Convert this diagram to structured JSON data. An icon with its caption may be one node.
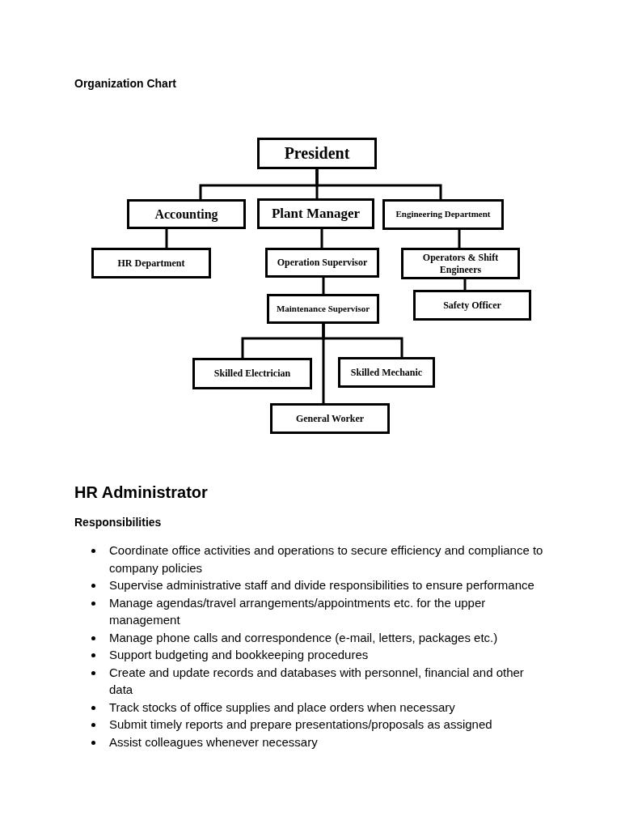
{
  "diagram": {
    "title": "Organization Chart",
    "nodes": [
      {
        "text": [
          "President"
        ]
      },
      {
        "text": [
          "Accounting"
        ]
      },
      {
        "text": [
          "Plant Manager"
        ]
      },
      {
        "text": [
          "Engineering Department"
        ]
      },
      {
        "text": [
          "HR Department"
        ]
      },
      {
        "text": [
          "Operation Supervisor"
        ]
      },
      {
        "text": [
          "Operators & Shift Engineers"
        ]
      },
      {
        "text": [
          "Safety Officer"
        ]
      },
      {
        "text": [
          "Maintenance Supervisor"
        ]
      },
      {
        "text": [
          "Skilled Electrician"
        ]
      },
      {
        "text": [
          "Skilled Mechanic"
        ]
      },
      {
        "text": [
          "General Worker"
        ]
      }
    ],
    "edges": [
      {
        "from": 0,
        "to": 1,
        "arrow": "none"
      },
      {
        "from": 0,
        "to": 2,
        "arrow": "none"
      },
      {
        "from": 0,
        "to": 3,
        "arrow": "none"
      },
      {
        "from": 1,
        "to": 4,
        "arrow": "none"
      },
      {
        "from": 2,
        "to": 5,
        "arrow": "none"
      },
      {
        "from": 3,
        "to": 6,
        "arrow": "none"
      },
      {
        "from": 6,
        "to": 7,
        "arrow": "none"
      },
      {
        "from": 5,
        "to": 8,
        "arrow": "none"
      },
      {
        "from": 8,
        "to": 9,
        "arrow": "none"
      },
      {
        "from": 8,
        "to": 10,
        "arrow": "none"
      },
      {
        "from": 8,
        "to": 11,
        "arrow": "none"
      }
    ],
    "labels": [
      "HR Administrator",
      "Responsibilities",
      "Coordinate office activities and operations to secure efficiency and compliance to company policies",
      "Supervise administrative staff and divide responsibilities to ensure performance",
      "Manage agendas/travel arrangements/appointments etc. for the upper management",
      "Manage phone calls and correspondence (e-mail, letters, packages etc.)",
      "Support budgeting and bookkeeping procedures",
      "Create and update records and databases with personnel, financial and other data",
      "Track stocks of office supplies and place orders when necessary",
      "Submit timely reports and prepare presentations/proposals as assigned",
      "Assist colleagues whenever necessary"
    ]
  }
}
